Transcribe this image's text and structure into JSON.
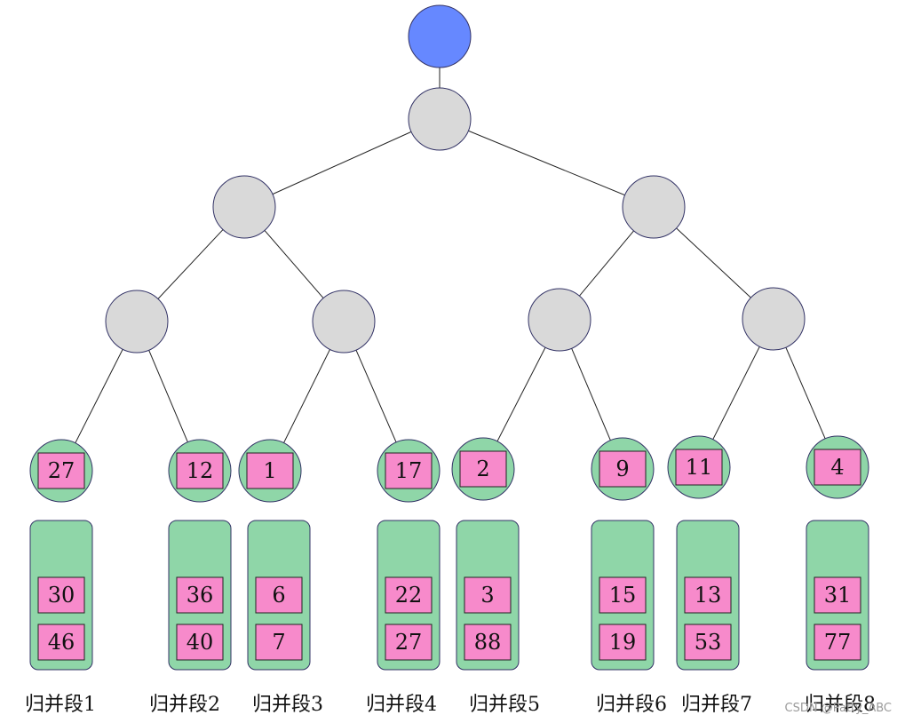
{
  "colors": {
    "root_fill": "#6688ff",
    "internal_fill": "#d9d9d9",
    "leaf_fill": "#8fd6a8",
    "key_fill": "#f78acb",
    "stroke": "#333366",
    "edge": "#222222"
  },
  "leaf_keys": [
    "27",
    "12",
    "1",
    "17",
    "2",
    "9",
    "11",
    "4"
  ],
  "segments": [
    {
      "label": "归并段1",
      "keys": [
        "30",
        "46"
      ]
    },
    {
      "label": "归并段2",
      "keys": [
        "36",
        "40"
      ]
    },
    {
      "label": "归并段3",
      "keys": [
        "6",
        "7"
      ]
    },
    {
      "label": "归并段4",
      "keys": [
        "22",
        "27"
      ]
    },
    {
      "label": "归并段5",
      "keys": [
        "3",
        "88"
      ]
    },
    {
      "label": "归并段6",
      "keys": [
        "15",
        "19"
      ]
    },
    {
      "label": "归并段7",
      "keys": [
        "13",
        "53"
      ]
    },
    {
      "label": "归并段8",
      "keys": [
        "31",
        "77"
      ]
    }
  ],
  "watermark": "CSDN @Patty_ABC"
}
